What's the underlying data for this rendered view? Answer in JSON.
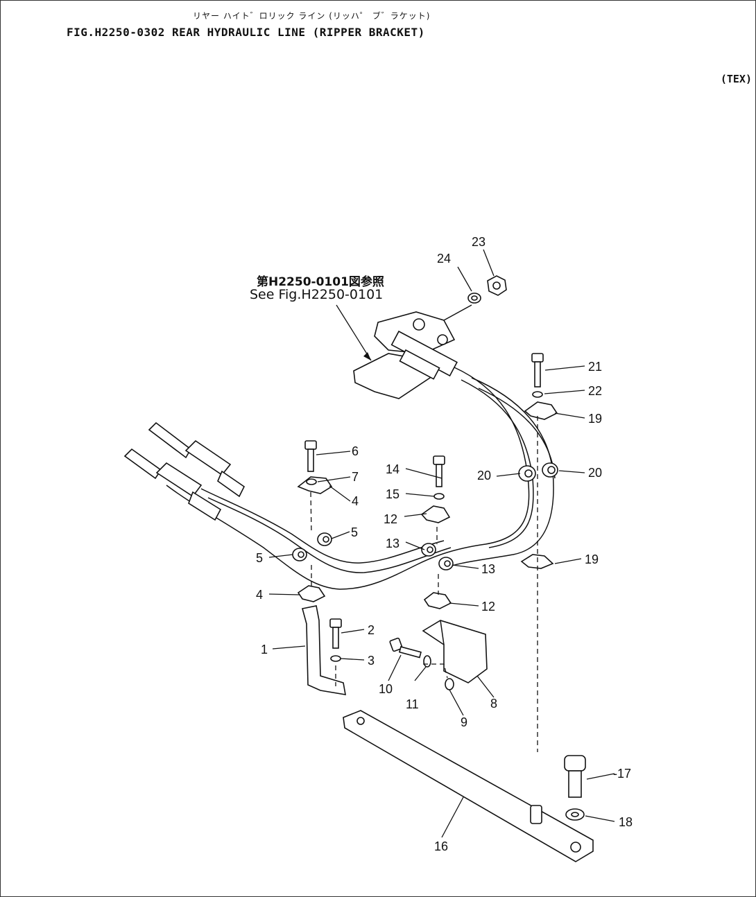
{
  "header": {
    "title_jp": "リヤー ハイト゛ロリック ライン (リッハ゜ ブ゛ラケット)",
    "title_en": "FIG.H2250-0302  REAR HYDRAULIC LINE (RIPPER BRACKET)",
    "variant": "(TEX)"
  },
  "reference": {
    "jp": "第H2250-0101図参照",
    "en": "See Fig.H2250-0101"
  },
  "callouts": [
    {
      "id": "c24a",
      "text": "24"
    },
    {
      "id": "c23",
      "text": "23"
    },
    {
      "id": "c21",
      "text": "21"
    },
    {
      "id": "c22",
      "text": "22"
    },
    {
      "id": "c19a",
      "text": "19"
    },
    {
      "id": "c6",
      "text": "6"
    },
    {
      "id": "c7",
      "text": "7"
    },
    {
      "id": "c4a",
      "text": "4"
    },
    {
      "id": "c14",
      "text": "14"
    },
    {
      "id": "c15",
      "text": "15"
    },
    {
      "id": "c12a",
      "text": "12"
    },
    {
      "id": "c20a",
      "text": "20"
    },
    {
      "id": "c20b",
      "text": "20"
    },
    {
      "id": "c5a",
      "text": "5"
    },
    {
      "id": "c5b",
      "text": "5"
    },
    {
      "id": "c13a",
      "text": "13"
    },
    {
      "id": "c13b",
      "text": "13"
    },
    {
      "id": "c19b",
      "text": "19"
    },
    {
      "id": "c4b",
      "text": "4"
    },
    {
      "id": "c12b",
      "text": "12"
    },
    {
      "id": "c1",
      "text": "1"
    },
    {
      "id": "c2",
      "text": "2"
    },
    {
      "id": "c3",
      "text": "3"
    },
    {
      "id": "c10",
      "text": "10"
    },
    {
      "id": "c11",
      "text": "11"
    },
    {
      "id": "c9",
      "text": "9"
    },
    {
      "id": "c8",
      "text": "8"
    },
    {
      "id": "c17",
      "text": "-17"
    },
    {
      "id": "c18",
      "text": "18"
    },
    {
      "id": "c16",
      "text": "16"
    }
  ]
}
